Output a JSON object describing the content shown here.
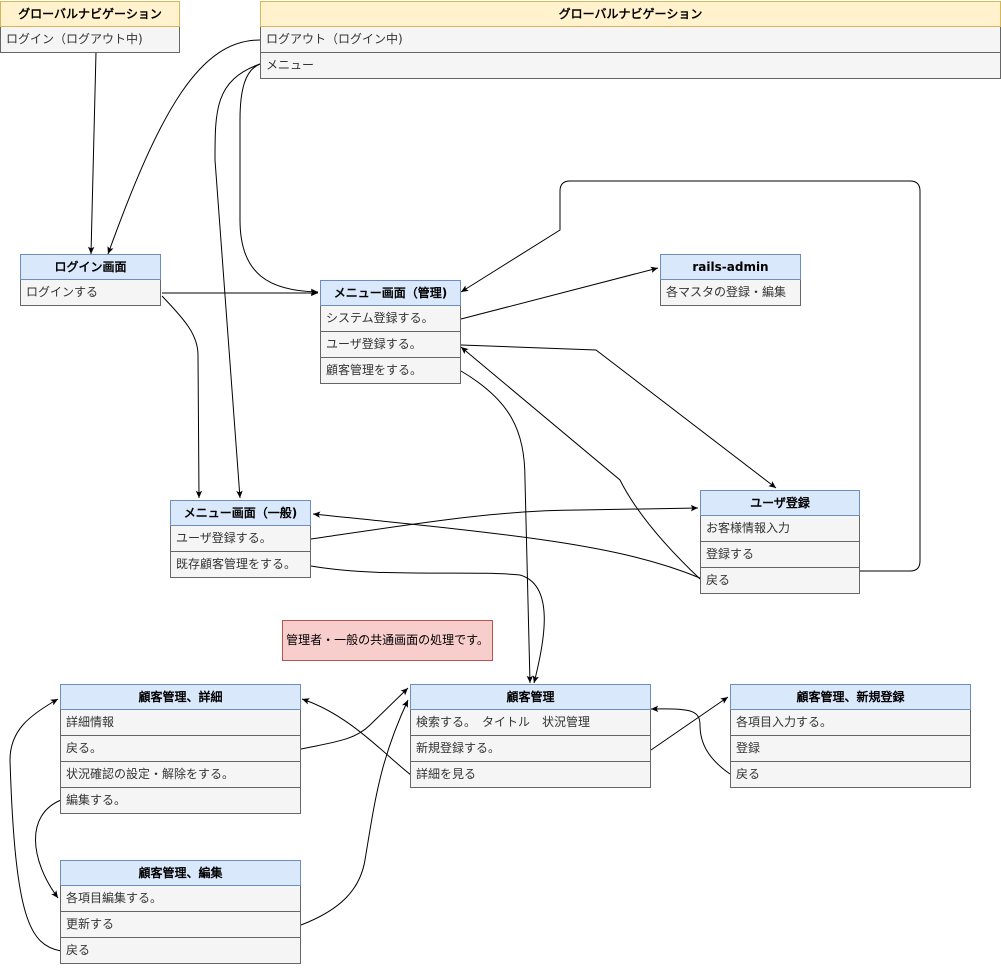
{
  "boxes": {
    "gnav_small": {
      "title": "グローバルナビゲーション",
      "rows": [
        "ログイン（ログアウト中)"
      ]
    },
    "gnav_large": {
      "title": "グローバルナビゲーション",
      "rows": [
        "ログアウト（ログイン中)",
        "メニュー"
      ]
    },
    "login": {
      "title": "ログイン画面",
      "rows": [
        "ログインする"
      ]
    },
    "menu_admin": {
      "title": "メニュー画面（管理)",
      "rows": [
        "システム登録する。",
        "ユーザ登録する。",
        "顧客管理をする。"
      ]
    },
    "rails_admin": {
      "title": "rails-admin",
      "rows": [
        "各マスタの登録・編集"
      ]
    },
    "menu_general": {
      "title": "メニュー画面（一般)",
      "rows": [
        "ユーザ登録する。",
        "既存顧客管理をする。"
      ]
    },
    "user_reg": {
      "title": "ユーザ登録",
      "rows": [
        "お客様情報入力",
        "登録する",
        "戻る"
      ]
    },
    "cust_detail": {
      "title": "顧客管理、詳細",
      "rows": [
        "詳細情報",
        "戻る。",
        "状況確認の設定・解除をする。",
        "編集する。"
      ]
    },
    "cust_mgmt": {
      "title": "顧客管理",
      "rows": [
        "検索する。　タイトル　状況管理",
        "新規登録する。",
        "詳細を見る"
      ]
    },
    "cust_new": {
      "title": "顧客管理、新規登録",
      "rows": [
        "各項目入力する。",
        "登録",
        "戻る"
      ]
    },
    "cust_edit": {
      "title": "顧客管理、編集",
      "rows": [
        "各項目編集する。",
        "更新する",
        "戻る"
      ]
    }
  },
  "note": {
    "text": "管理者・一般の共通画面の処理です。"
  },
  "colors": {
    "blue_fill": "#dae8fc",
    "blue_stroke": "#6c8ebf",
    "yellow_fill": "#fff2cc",
    "yellow_stroke": "#d6b656",
    "row_fill": "#f5f5f5",
    "row_stroke": "#666666",
    "note_fill": "#f8cecc",
    "note_stroke": "#b85450",
    "edge": "#000000"
  }
}
